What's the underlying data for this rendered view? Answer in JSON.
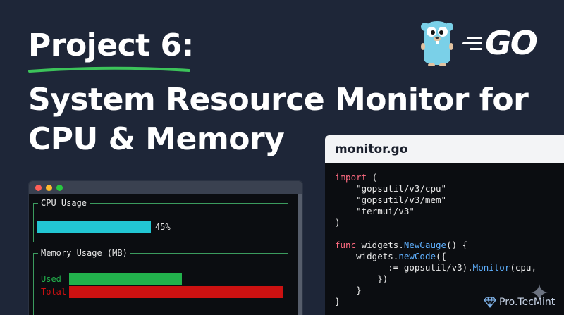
{
  "headline": {
    "line1": "Project 6:",
    "line2": "System Resource Monitor for",
    "line3": "CPU & Memory"
  },
  "go_logo": {
    "text": "GO",
    "icon": "gopher-icon"
  },
  "terminal": {
    "window_dots": [
      "#ff5f57",
      "#febc2e",
      "#28c840"
    ],
    "cpu_panel": {
      "title": "CPU Usage",
      "value": "45%",
      "percent": 45,
      "bar_color": "#22c6d3"
    },
    "memory_panel": {
      "title": "Memory Usage (MB)",
      "used_label": "Used",
      "total_label": "Total",
      "used_color": "#22b14c",
      "total_color": "#cc1111"
    }
  },
  "editor": {
    "filename": "monitor.go",
    "code_lines": [
      [
        {
          "t": "import",
          "c": "kw"
        },
        {
          "t": " (",
          "c": ""
        }
      ],
      [
        {
          "t": "    \"gopsutil/v3/cpu\"",
          "c": "str"
        }
      ],
      [
        {
          "t": "    \"gopsutil/v3/mem\"",
          "c": "str"
        }
      ],
      [
        {
          "t": "    \"termui/v3\"",
          "c": "str"
        }
      ],
      [
        {
          "t": ")",
          "c": ""
        }
      ],
      [
        {
          "t": "",
          "c": ""
        }
      ],
      [
        {
          "t": "func",
          "c": "kw"
        },
        {
          "t": " widgets.",
          "c": ""
        },
        {
          "t": "NewGauge",
          "c": "fn"
        },
        {
          "t": "() {",
          "c": ""
        }
      ],
      [
        {
          "t": "    widgets.",
          "c": ""
        },
        {
          "t": "newCode",
          "c": "fn"
        },
        {
          "t": "({",
          "c": ""
        }
      ],
      [
        {
          "t": "          := gopsutil/v3).",
          "c": ""
        },
        {
          "t": "Monitor",
          "c": "fn"
        },
        {
          "t": "(cpu,",
          "c": ""
        }
      ],
      [
        {
          "t": "        })",
          "c": ""
        }
      ],
      [
        {
          "t": "    }",
          "c": ""
        }
      ],
      [
        {
          "t": "}",
          "c": ""
        }
      ]
    ]
  },
  "watermark": {
    "brand": "Pro.TecMint",
    "icon": "diamond-icon"
  },
  "colors": {
    "background": "#1e2638",
    "accent_green": "#3cc35a",
    "panel_border": "#3b9b5e"
  }
}
